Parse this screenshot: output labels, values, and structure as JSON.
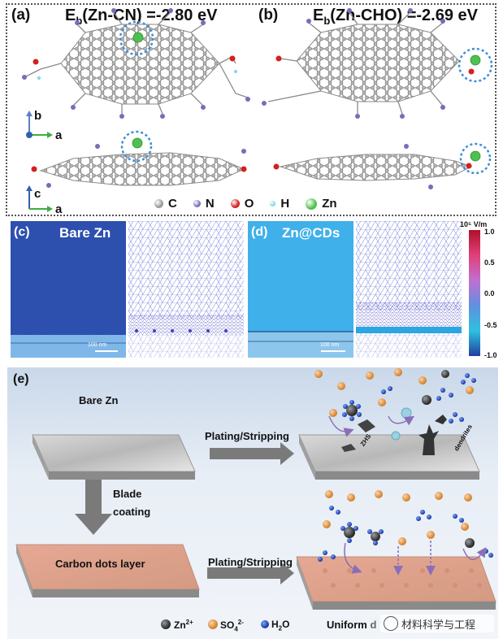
{
  "panel_a": {
    "label": "(a)",
    "equation_prefix": "E",
    "equation_sub": "b",
    "equation_rest": "(Zn-CN) =-2.80 eV",
    "axis_top": {
      "v": "b",
      "h": "a"
    },
    "axis_bottom": {
      "v": "c",
      "h": "a"
    }
  },
  "panel_b": {
    "label": "(b)",
    "equation_prefix": "E",
    "equation_sub": "b",
    "equation_rest": "(Zn-CHO) =-2.69 eV"
  },
  "atom_legend": [
    {
      "symbol": "C",
      "color": "#9a9a9a"
    },
    {
      "symbol": "N",
      "color": "#7d6ab8"
    },
    {
      "symbol": "O",
      "color": "#d42020"
    },
    {
      "symbol": "H",
      "color": "#7fd8e0"
    },
    {
      "symbol": "Zn",
      "color": "#4fc04f"
    }
  ],
  "panel_c": {
    "label": "(c)",
    "title": "Bare Zn",
    "scale": "100 nm"
  },
  "panel_d": {
    "label": "(d)",
    "title": "Zn@CDs",
    "scale": "100 nm"
  },
  "colorbar": {
    "unit": "10⁵ V/m",
    "ticks": [
      "1.0",
      "0.5",
      "0.0",
      "-0.5",
      "-1.0"
    ],
    "colors": [
      "#b0102a",
      "#e0407a",
      "#c070d0",
      "#6090e0",
      "#30c0e0",
      "#2040a0"
    ]
  },
  "panel_e": {
    "label": "(e)",
    "bare_zn": "Bare Zn",
    "plating1": "Plating/Stripping",
    "plating2": "Plating/Stripping",
    "blade": "Blade",
    "coating": "coating",
    "carbon_layer": "Carbon dots layer",
    "zhs": "ZHS",
    "dendrites": "dendrites",
    "uniform": "Uniform",
    "uniform_tail": "d",
    "legend": {
      "zn": "Zn",
      "zn_sup": "2+",
      "so4": "SO",
      "so4_sub": "4",
      "so4_sup": "2-",
      "h2o": "H",
      "h2o_sub": "2",
      "h2o_tail": "O"
    },
    "watermark": "材料科学与工程"
  }
}
